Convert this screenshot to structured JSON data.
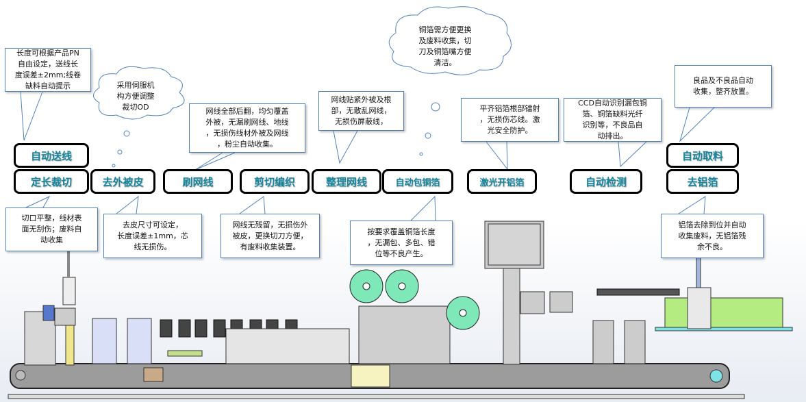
{
  "stations": [
    {
      "id": "auto-feed",
      "label": "自动送线"
    },
    {
      "id": "fixed-length-cut",
      "label": "定长裁切"
    },
    {
      "id": "strip-jacket",
      "label": "去外被皮"
    },
    {
      "id": "brush-braid",
      "label": "刷网线"
    },
    {
      "id": "cut-braid",
      "label": "剪切编织"
    },
    {
      "id": "arrange-braid",
      "label": "整理网线"
    },
    {
      "id": "auto-copper-foil",
      "label": "自动包铜箔"
    },
    {
      "id": "laser-al-foil",
      "label": "激光开铝箔"
    },
    {
      "id": "auto-inspect",
      "label": "自动检测"
    },
    {
      "id": "auto-pick",
      "label": "自动取料"
    },
    {
      "id": "remove-al-foil",
      "label": "去铝箔"
    }
  ],
  "callouts": {
    "auto_feed": "长度可根据产品PN\n自由设定，送线长\n度误差±2mm;线卷\n缺料自动提示",
    "servo_cloud": "采用伺服机\n构方便调整\n裁切OD",
    "brush_braid": "网线全部后翻，均匀覆盖\n外被，无漏刷网线、地线\n，无损伤线材外被及网线\n，粉尘自动收集。",
    "arrange_braid": "网线贴紧外被及根\n部，无散乱网线，\n无损伤屏蔽线，",
    "copper_cloud": "铜箔需方便更换\n及废料收集，切\n刀及铜箔嘴方便\n清洁。",
    "laser": "平齐铝箔根部镭射\n，无损伤芯线。激\n光安全防护。",
    "inspect": "CCD自动识别漏包铜\n箔、铜箔缺料光纤\n识别等，不良品自\n动排出。",
    "pick": "良品及不良品自动\n收集，整齐放置。",
    "cut": "切口平整，线材表\n面无刮伤；废料自\n动收集",
    "strip": "去皮尺寸可设定，\n长度误差±1mm，芯\n线无损伤。",
    "cut_braid": "网线无残留，无损伤外\n被皮，更换切刀方便，\n有废料收集装置。",
    "copper_wrap": "按要求覆盖铜箔长度\n，无漏包、多包、错\n位等不良产生。",
    "remove_al": "铝箔去除到位并自动\n收集废料，无铝箔残\n余不良。"
  },
  "colors": {
    "station_text": "#17849b",
    "callout_border": "#4f81bd",
    "machine_base": "#9e9e9e",
    "reel": "#7ee8b8",
    "hopper": "#b5ec82"
  }
}
